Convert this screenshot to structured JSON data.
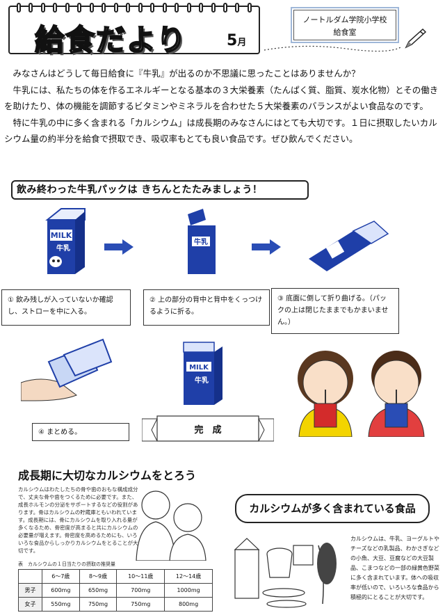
{
  "header": {
    "title": "給食だより",
    "month_num": "5",
    "month_unit": "月",
    "school_name": "ノートルダム学院小学校",
    "department": "給食室"
  },
  "intro": {
    "p1": "みなさんはどうして毎日給食に『牛乳』が出るのか不思議に思ったことはありませんか？",
    "p2": "牛乳には、私たちの体を作るエネルギーとなる基本の３大栄養素（たんぱく質、脂質、炭水化物）とその働きを助けたり、体の機能を調節するビタミンやミネラルを合わせた５大栄養素のバランスがよい食品なのです。",
    "p3": "特に牛乳の中に多く含まれる「カルシウム」は成長期のみなさんにはとても大切です。１日に摂取したいカルシウム量の約半分を給食で摂取でき、吸収率もとても良い食品です。ぜひ飲んでください。"
  },
  "banner": "飲み終わった牛乳パックは きちんとたたみましょう！",
  "carton": {
    "milk_label": "MILK",
    "label": "牛乳"
  },
  "steps": [
    {
      "text": "① 飲み残しが入っていないか確認し、ストローを中に入る。"
    },
    {
      "text": "② 上の部分の背中と背中をくっつけるように折る。"
    },
    {
      "text": "③ 底面に倒して折り曲げる。（パックの上は閉じたままでもかまいません。）"
    },
    {
      "text": "④ まとめる。"
    }
  ],
  "done_label": "完　成",
  "calcium_section": {
    "title": "成長期に大切なカルシウムをとろう",
    "body": "カルシウムはわたしたちの骨や歯のおもな構成成分で、丈夫な骨や歯をつくるために必要です。また、成長ホルモンの分泌をサポートするなどの役割があります。骨はカルシウムの貯蔵庫ともいわれています。成長期には、骨にカルシウムを取り入れる量が多くなるため、骨密度が高まると共にカルシウムの必要量が増えます。骨密度を高めるためにも、いろいろな食品からしっかりカルシウムをとることが大切です。",
    "table_title": "表　カルシウムの１日当たりの摂取の推奨量",
    "table": {
      "headers": [
        "",
        "6～7歳",
        "8～9歳",
        "10～11歳",
        "12～14歳"
      ],
      "rows": [
        {
          "label": "男子",
          "values": [
            "600mg",
            "650mg",
            "700mg",
            "1000mg"
          ]
        },
        {
          "label": "女子",
          "values": [
            "550mg",
            "750mg",
            "750mg",
            "800mg"
          ]
        }
      ]
    }
  },
  "food_section": {
    "title": "カルシウムが多く含まれている食品",
    "body": "カルシウムは、牛乳、ヨーグルトやチーズなどの乳製品、わかさぎなどの小魚、大豆、豆腐などの大豆製品、こまつなどの一部の緑黄色野菜に多く含まれています。体への吸収率が低いので、いろいろな食品から積極的にとることが大切です。"
  },
  "colors": {
    "carton_blue": "#1f3fa8",
    "arrow_blue": "#2a4db5",
    "accent_light": "#9fb7d8"
  }
}
